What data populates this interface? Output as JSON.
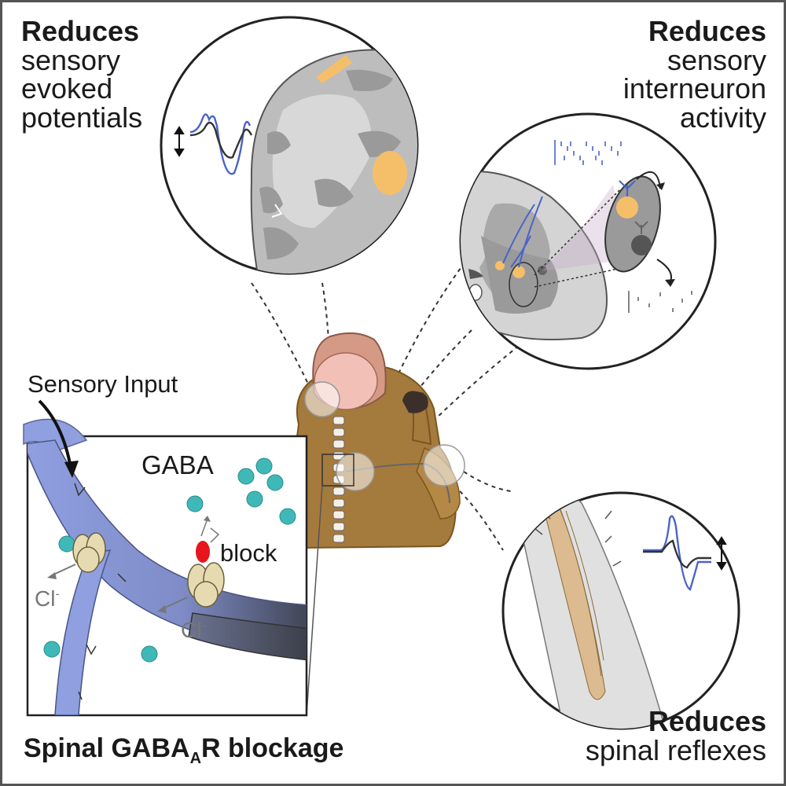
{
  "panels": {
    "top_left": {
      "heading": "Reduces",
      "lines": [
        "sensory",
        "evoked",
        "potentials"
      ]
    },
    "top_right": {
      "heading": "Reduces",
      "lines": [
        "sensory",
        "interneuron",
        "activity"
      ]
    },
    "bottom_right": {
      "heading": "Reduces",
      "lines": [
        "spinal reflexes"
      ]
    },
    "bottom_left": {
      "title_main": "Spinal GABA",
      "title_sub": "A",
      "title_end": "R blockage"
    }
  },
  "inset": {
    "sensory_input": "Sensory Input",
    "gaba": "GABA",
    "block": "block",
    "cl_1": "Cl",
    "cl_2": "Cl",
    "cl_charge": "-"
  },
  "colors": {
    "nerve_blue": "#8f9fe0",
    "gaba_teal": "#3fb8b8",
    "receptor_cream": "#e6dbb0",
    "blocker_red": "#e8141e",
    "fur_brown": "#a57a3d",
    "tissue_grey": "#c8c8c8",
    "highlight_orange": "#f5bf6a",
    "signal_blue": "#4a63c8"
  }
}
